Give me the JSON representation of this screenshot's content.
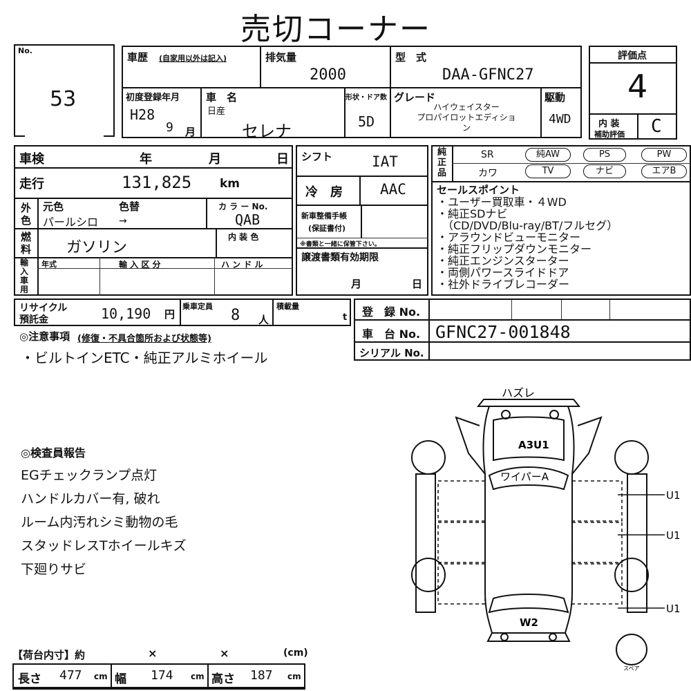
{
  "title": "売切コーナー",
  "lot": {
    "label": "No.",
    "value": "53"
  },
  "history": {
    "label": "車歴",
    "sub": "(自家用以外は記入)"
  },
  "displacement": {
    "label": "排気量",
    "value": "2000"
  },
  "model": {
    "label": "型　式",
    "value": "DAA-GFNC27"
  },
  "score": {
    "label": "評価点",
    "value": "4",
    "interior_label_1": "内 装",
    "interior_label_2": "補助評価",
    "interior_value": "C"
  },
  "first_reg": {
    "label": "初度登録年月",
    "year": "H28",
    "month": "9",
    "month_unit": "月"
  },
  "car_name": {
    "label": "車　名",
    "maker": "日産",
    "value": "セレナ"
  },
  "doors": {
    "label": "形状・ドア数",
    "value": "5D"
  },
  "grade": {
    "label": "グレード",
    "line1": "ハイウェイスター",
    "line2": "プロパイロットエディショ",
    "line3": "ン"
  },
  "drive": {
    "label": "駆動",
    "value": "4WD"
  },
  "inspection": {
    "label": "車検",
    "y": "年",
    "m": "月",
    "d": "日"
  },
  "mileage": {
    "label": "走行",
    "value": "131,825",
    "unit": "km"
  },
  "color": {
    "side1": "外",
    "side2": "色",
    "orig_label": "元色",
    "change_label": "色替",
    "orig_value": "パールシロ",
    "arrow": "→",
    "code_label": "カ ラ ー No.",
    "code_value": "QAB"
  },
  "fuel": {
    "side1": "燃",
    "side2": "料",
    "value": "ガソリン",
    "interior_color_label": "内 装 色"
  },
  "import": {
    "side": [
      "輸",
      "入",
      "車",
      "用"
    ],
    "year_label": "年式",
    "category_label": "輸 入 区 分",
    "handle_label": "ハ ン ド ル"
  },
  "shift": {
    "label": "シフト",
    "value": "IAT"
  },
  "ac": {
    "label": "冷　房",
    "value": "AAC"
  },
  "new_car_doc": {
    "line1": "新車整備手帳",
    "line2": "(保証書付)",
    "note": "※書類と一緒に保管下さい。"
  },
  "transfer_doc": {
    "label": "譲渡書類有効期限",
    "m": "月",
    "d": "日"
  },
  "equipment": {
    "side": [
      "純",
      "正",
      "品"
    ],
    "row1": [
      "SR",
      "純AW",
      "PS",
      "PW"
    ],
    "row2": [
      "カワ",
      "TV",
      "ナビ",
      "エアB"
    ]
  },
  "sales_points": {
    "label": "セールスポイント",
    "items": [
      "・ユーザー買取車・４WD",
      "・純正SDナビ",
      "（CD/DVD/Blu-ray/BT/フルセグ）",
      "・アラウンドビューモニター",
      "・純正フリップダウンモニター",
      "・純正エンジンスターター",
      "・両側パワースライドドア",
      "・社外ドライブレコーダー"
    ]
  },
  "recycle": {
    "line1": "リサイクル",
    "line2": "預託金",
    "value": "10,190",
    "unit": "円"
  },
  "capacity": {
    "label": "乗車定員",
    "value": "8",
    "unit": "人"
  },
  "load": {
    "label": "積載量",
    "unit": "t"
  },
  "registration": {
    "label": "登　録 No.",
    "chassis_label": "車　台 No.",
    "chassis_value": "GFNC27-001848",
    "serial_label": "シリアル No."
  },
  "caution": {
    "label": "◎注意事項",
    "sub": "(修復・不具合箇所および状態等)",
    "text": "・ビルトインETC・純正アルミホイール"
  },
  "inspector": {
    "label": "◎検査員報告",
    "lines": [
      "EGチェックランプ点灯",
      "ハンドルカバー有, 破れ",
      "ルーム内汚れシミ動物の毛",
      "スタッドレスTホイールキズ",
      "下廻りサビ"
    ]
  },
  "diagram": {
    "top": "ハズレ",
    "hood": "A3U1",
    "windshield": "ワイパーA",
    "rear": "W2",
    "side1": "U1",
    "side2": "U1",
    "side3": "U1",
    "spare": "スペア"
  },
  "cargo": {
    "label": "【荷台内寸】約",
    "x1": "×",
    "x2": "×",
    "unit": "(cm)",
    "length_label": "長さ",
    "length": "477",
    "width_label": "幅",
    "width": "174",
    "height_label": "高さ",
    "height": "187",
    "cm": "cm"
  }
}
